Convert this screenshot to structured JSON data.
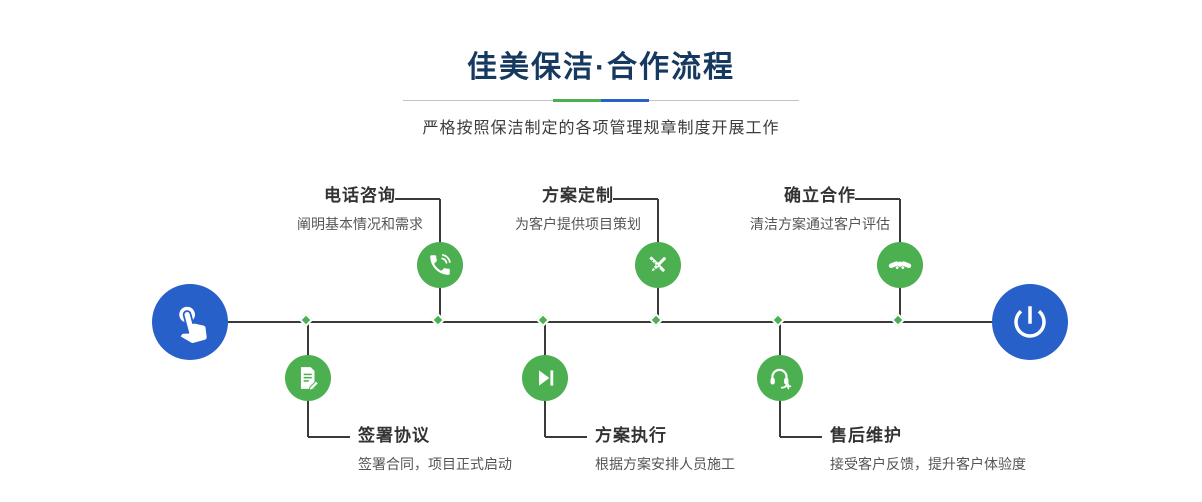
{
  "header": {
    "title": "佳美保洁·合作流程",
    "subtitle": "严格按照保洁制定的各项管理规章制度开展工作"
  },
  "colors": {
    "accent_green": "#4cb050",
    "accent_blue": "#2760c8",
    "title_navy": "#16395f",
    "line_dark": "#3a3a3a"
  },
  "flow": {
    "start_icon": "hand-pointer-icon",
    "end_icon": "power-icon"
  },
  "steps_top": [
    {
      "title": "电话咨询",
      "desc": "阐明基本情况和需求",
      "icon": "phone-icon"
    },
    {
      "title": "方案定制",
      "desc": "为客户提供项目策划",
      "icon": "pen-ruler-icon"
    },
    {
      "title": "确立合作",
      "desc": "清洁方案通过客户评估",
      "icon": "handshake-icon"
    }
  ],
  "steps_bottom": [
    {
      "title": "签署协议",
      "desc": "签署合同，项目正式启动",
      "icon": "contract-icon"
    },
    {
      "title": "方案执行",
      "desc": "根据方案安排人员施工",
      "icon": "play-icon"
    },
    {
      "title": "售后维护",
      "desc": "接受客户反馈，提升客户体验度",
      "icon": "headset-icon"
    }
  ]
}
